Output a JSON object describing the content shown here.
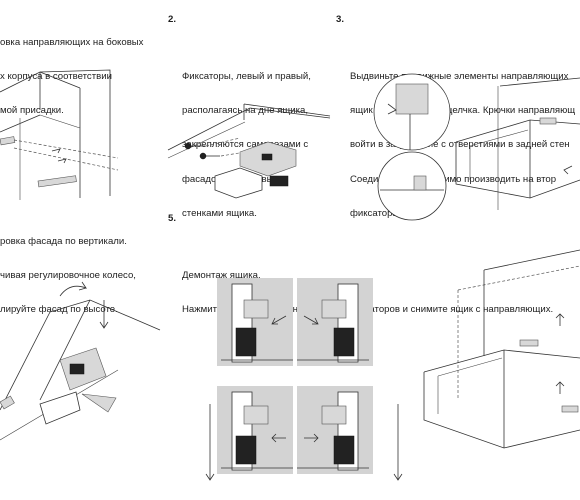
{
  "steps": [
    {
      "lines": [
        "овка направляющих на боковых",
        "х корпуса в соответствии",
        "мой присадки."
      ]
    },
    {
      "number": "2.",
      "lines": [
        "Фиксаторы, левый и правый,",
        "располагаясь на дне ящика,",
        "закрепляются саморезами с",
        "фасадом и с боковыми",
        "стенками ящика."
      ]
    },
    {
      "number": "3.",
      "lines": [
        "Выдвиньте подвижные элементы направляющих",
        "ящик и задвиньте до щелчка. Крючки направляющ",
        "войти в зацепление с отверстиями в задней стен",
        "Соединение необходимо производить на втор",
        "фиксатора клип."
      ]
    },
    {
      "lines": [
        "ровка фасада по вертикали.",
        "чивая регулировочное колесо,",
        "лируйте фасад по высоте."
      ]
    },
    {
      "number": "5.",
      "lines": [
        "Демонтаж ящика.",
        "Нажмите одновременно на рычажки фиксаторов и снимите ящик с направляющих."
      ]
    }
  ],
  "figures": [
    {
      "name": "cabinet-rails-illustration"
    },
    {
      "name": "fastener-screw-illustration"
    },
    {
      "name": "drawer-insertion-illustration"
    },
    {
      "name": "facade-adjustment-illustration"
    },
    {
      "name": "release-levers-illustration"
    },
    {
      "name": "drawer-removal-illustration"
    }
  ]
}
